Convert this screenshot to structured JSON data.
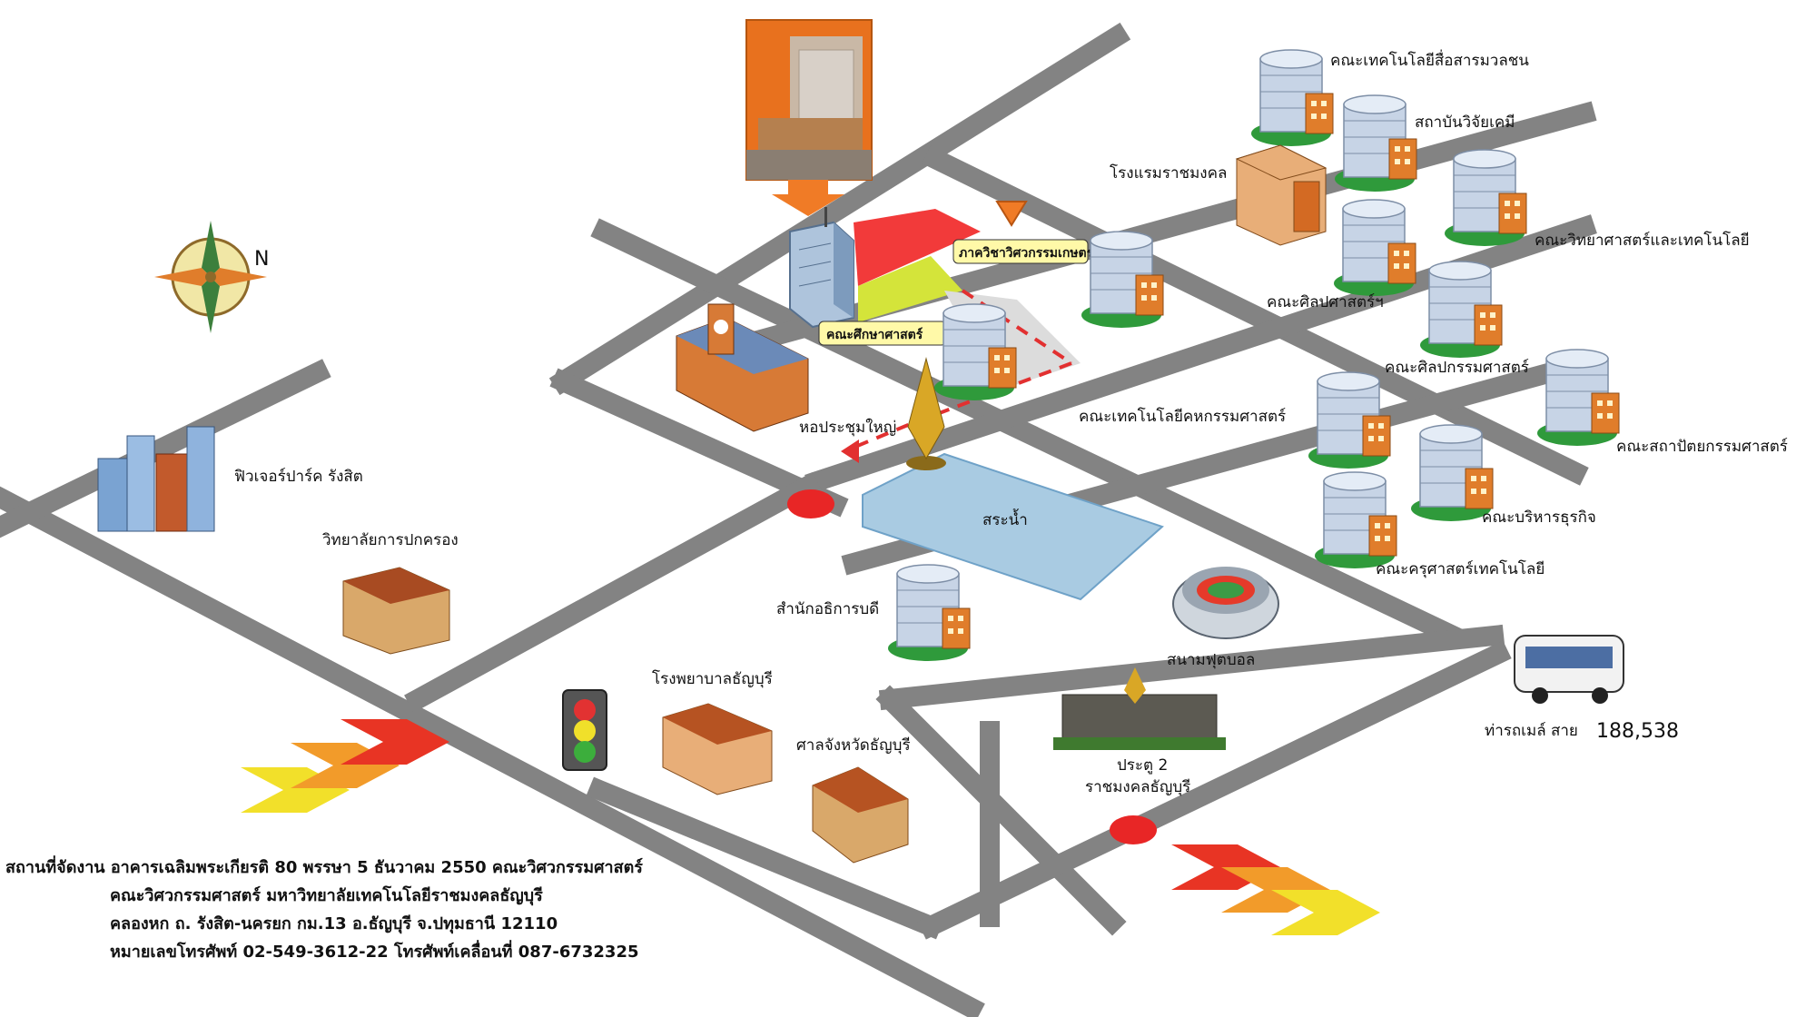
{
  "compass": {
    "north_label": "N"
  },
  "buildings": {
    "education": "คณะศึกษาศาสตร์",
    "agri_eng": "ภาควิชาวิศวกรรมเกษตร",
    "mass_comm": "คณะเทคโนโลยีสื่อสารมวลชน",
    "chem_inst": "สถาบันวิจัยเคมี",
    "hotel": "โรงแรมราชมงคล",
    "sci_tech": "คณะวิทยาศาสตร์และเทคโนโลยี",
    "liberal_arts": "คณะศิลปศาสตร์ฯ",
    "fine_arts": "คณะศิลปกรรมศาสตร์",
    "home_econ": "คณะเทคโนโลยีคหกรรมศาสตร์",
    "architecture": "คณะสถาปัตยกรรมศาสตร์",
    "auditorium": "หอประชุมใหญ่",
    "business": "คณะบริหารธุรกิจ",
    "pond": "สระน้ำ",
    "tech_edu": "คณะครุศาสตร์เทคโนโลยี",
    "president_office": "สำนักอธิการบดี",
    "stadium": "สนามฟุตบอล",
    "future_park": "ฟิวเจอร์ปาร์ค รังสิต",
    "politics_college": "วิทยาลัยการปกครอง",
    "hospital": "โรงพยาบาลธัญบุรี",
    "court": "ศาลจังหวัดธัญบุรี",
    "gate_line1": "ประตู 2",
    "gate_line2": "ราชมงคลธัญบุรี",
    "bus_label": "ท่ารถเมล์ สาย",
    "bus_numbers": "188,538"
  },
  "address": {
    "line1": "สถานที่จัดงาน อาคารเฉลิมพระเกียรติ 80 พรรษา 5 ธันวาคม 2550  คณะวิศวกรรมศาสตร์",
    "line2": "คณะวิศวกรรมศาสตร์ มหาวิทยาลัยเทคโนโลยีราชมงคลธัญบุรี",
    "line3": "คลองหก ถ. รังสิต-นครยก กม.13 อ.ธัญบุรี จ.ปทุมธานี 12110",
    "line4": "หมายเลขโทรศัพท์ 02-549-3612-22 โทรศัพท์เคลื่อนที่ 087-6732325"
  },
  "colors": {
    "road": "#838383",
    "pond": "#a9cbe2",
    "red_zone": "#f23a3a",
    "yellow_zone": "#d4e43a",
    "orange_marker": "#f07b26",
    "traffic_red": "#e82626",
    "building_glass": "#c7d4e6",
    "building_accent": "#e07d2b"
  }
}
